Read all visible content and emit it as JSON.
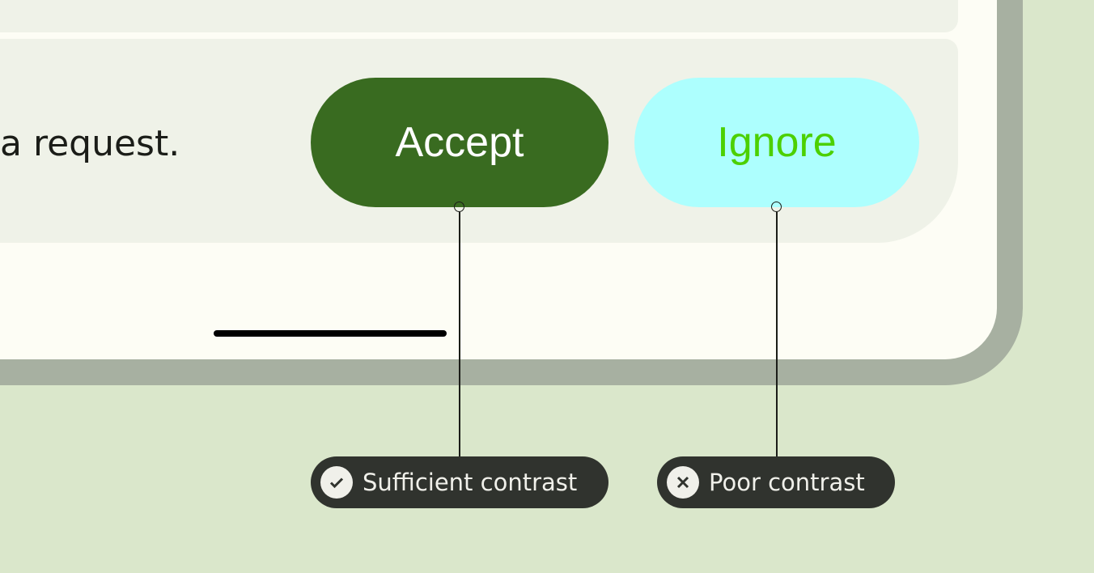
{
  "message_text": "a request.",
  "buttons": {
    "accept_label": "Accept",
    "ignore_label": "Ignore"
  },
  "annotations": [
    {
      "label": "Sufficient contrast",
      "icon": "check-circle-icon"
    },
    {
      "label": "Poor contrast",
      "icon": "x-circle-icon"
    }
  ],
  "colors": {
    "accept_bg": "#396b20",
    "accept_text": "#ffffff",
    "ignore_bg": "#adfffe",
    "ignore_text": "#4cd000",
    "background": "#dae7cb"
  }
}
